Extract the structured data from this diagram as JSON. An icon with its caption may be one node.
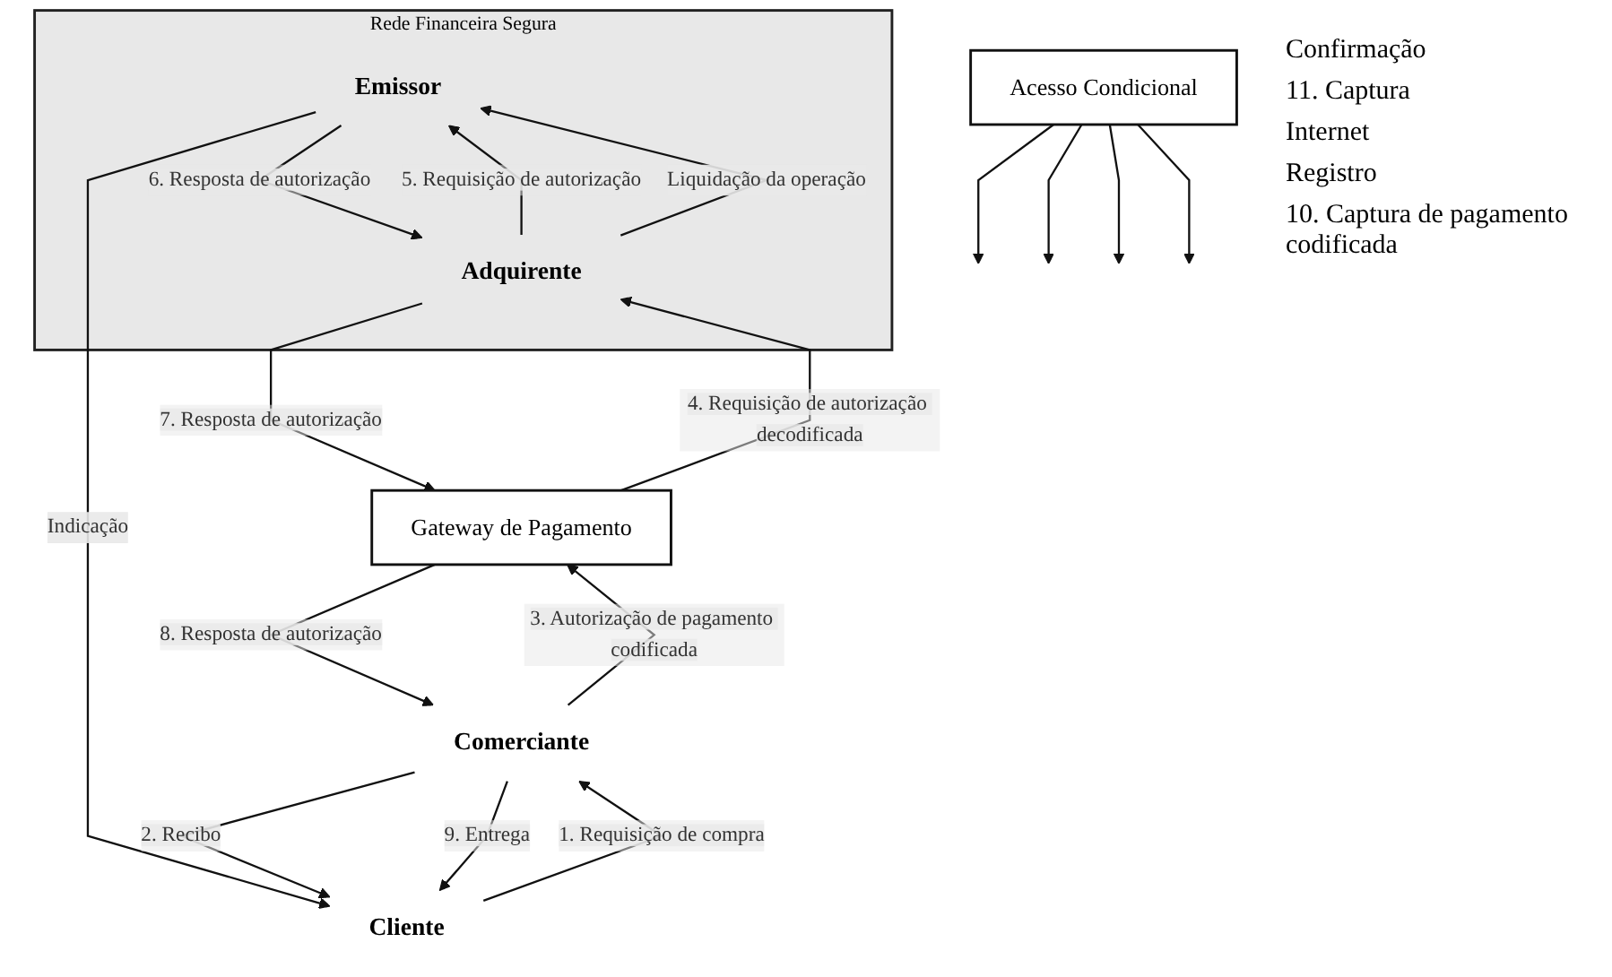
{
  "diagram": {
    "nodes": [
      {
        "text": [
          "Rede Financeira Segura"
        ]
      },
      {
        "text": [
          "Emissor"
        ],
        "in": 0
      },
      {
        "text": [
          "Adquirente"
        ],
        "in": 0
      },
      {
        "text": [
          "Acesso Condicional"
        ]
      },
      {
        "text": [
          "Gateway de Pagamento"
        ]
      },
      {
        "text": [
          "Cliente"
        ]
      },
      {
        "text": [
          "Comerciante"
        ]
      }
    ],
    "edges": [
      {
        "from": 2,
        "to": 1,
        "arrow": "to",
        "label": "5. Requisição de autorização"
      },
      {
        "from": 1,
        "to": 2,
        "arrow": "to",
        "label": "6. Resposta de autorização"
      },
      {
        "from": 2,
        "to": 1,
        "arrow": "to",
        "label": "Liquidação da operação"
      },
      {
        "from": 2,
        "to": 4,
        "arrow": "to",
        "label": "7. Resposta de autorização"
      },
      {
        "from": 4,
        "to": 2,
        "arrow": "to",
        "label": "4. Requisição de autorização decodificada"
      },
      {
        "from": 3,
        "to": null,
        "arrow": "to"
      },
      {
        "from": 3,
        "to": null,
        "arrow": "to"
      },
      {
        "from": 3,
        "to": null,
        "arrow": "to"
      },
      {
        "from": 3,
        "to": null,
        "arrow": "to"
      },
      {
        "from": 1,
        "to": 5,
        "arrow": "to",
        "label": "Indicação"
      },
      {
        "from": 4,
        "to": 6,
        "arrow": "to",
        "label": "8. Resposta de autorização"
      },
      {
        "from": 6,
        "to": 4,
        "arrow": "to",
        "label": "3. Autorização de pagamento codificada"
      },
      {
        "from": 5,
        "to": 6,
        "arrow": "to",
        "label": "1. Requisição de compra"
      },
      {
        "from": 6,
        "to": 5,
        "arrow": "to",
        "label": "2. Recibo"
      },
      {
        "from": 6,
        "to": 5,
        "arrow": "to",
        "label": "9. Entrega"
      }
    ],
    "labels": [
      "Confirmação",
      "11. Captura",
      "Internet",
      "Registro",
      "10. Captura de pagamento codificada"
    ]
  }
}
